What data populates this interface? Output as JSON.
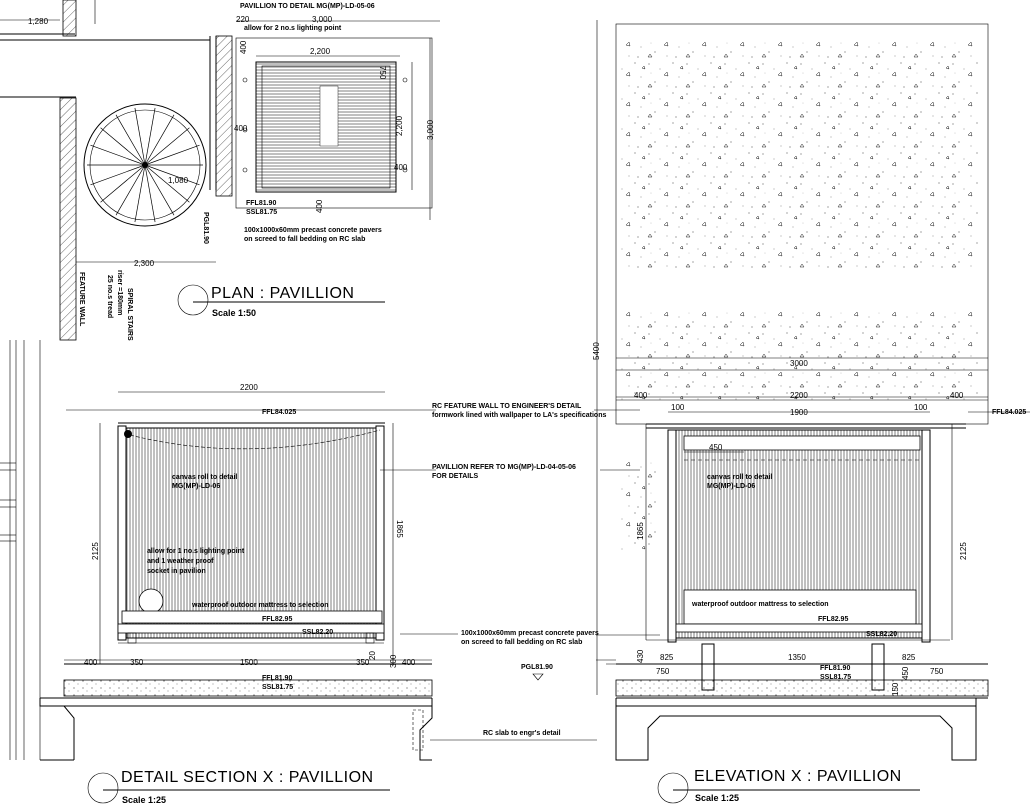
{
  "plan": {
    "title": "PLAN :  PAVILLION",
    "scale": "Scale 1:50",
    "header_note": "PAVILLION TO DETAIL MG(MP)-LD-05-06",
    "dims": {
      "d1280": "1,280",
      "d220": "220",
      "d3000_top": "3,000",
      "d2200_top": "2,200",
      "d400_a": "400",
      "d750": "750",
      "d2200_side": "2,200",
      "d3000_side": "3,000",
      "d400_b": "400",
      "d400_c": "400",
      "d400_d": "400",
      "d1080": "1,080",
      "d2300": "2,300"
    },
    "notes": {
      "lighting": "allow for 2 no.s lighting point",
      "ffl": "FFL81.90",
      "ssl": "SSL81.75",
      "pavers_1": "100x1000x60mm precast concrete pavers",
      "pavers_2": "on screed to fall bedding on RC slab",
      "pgl": "PGL81.90",
      "feature_wall": "FEATURE WALL",
      "stairs_1": "SPIRAL STAIRS",
      "stairs_2": "riser =180mm",
      "stairs_3": "25 no.s tread"
    }
  },
  "section": {
    "title": "DETAIL SECTION X :  PAVILLION",
    "scale": "Scale 1:25",
    "dims": {
      "d2200": "2200",
      "d2125": "2125",
      "d1865": "1865",
      "d400_l": "400",
      "d350_l": "350",
      "d1500": "1500",
      "d350_r": "350",
      "d300": "300",
      "d400_r": "400",
      "d20": "20"
    },
    "notes": {
      "ffl_top": "FFL84.025",
      "canvas_1": "canvas roll to detail",
      "canvas_2": "MG(MP)-LD-06",
      "lighting_1": "allow for 1 no.s lighting point",
      "lighting_2": "and 1 weather proof",
      "lighting_3": "socket in pavilion",
      "mattress": "waterproof outdoor mattress to selection",
      "ffl_mid": "FFL82.95",
      "ssl_mid": "SSL82.20",
      "ffl_bot": "FFL81.90",
      "ssl_bot": "SSL81.75"
    }
  },
  "callouts": {
    "rc_wall_1": "RC FEATURE WALL TO ENGINEER'S DETAIL",
    "rc_wall_2": "formwork lined with wallpaper to LA's specifications",
    "pav_ref_1": "PAVILLION REFER TO MG(MP)-LD-04-05-06",
    "pav_ref_2": "FOR DETAILS",
    "pavers_1": "100x1000x60mm precast concrete pavers",
    "pavers_2": "on screed to fall bedding on RC slab",
    "pgl": "PGL81.90",
    "rc_slab": "RC slab to engr's detail"
  },
  "elevation": {
    "title": "ELEVATION X :  PAVILLION",
    "scale": "Scale 1:25",
    "dims": {
      "d5400": "5400",
      "d3000": "3000",
      "d400_l": "400",
      "d2200": "2200",
      "d400_r": "400",
      "d100_l": "100",
      "d1900": "1900",
      "d100_r": "100",
      "d450_top": "450",
      "d1865": "1865",
      "d2125": "2125",
      "d430": "430",
      "d825_l": "825",
      "d1350": "1350",
      "d825_r": "825",
      "d750_l": "750",
      "d750_r": "750",
      "d450_v": "450",
      "d150": "150"
    },
    "notes": {
      "ffl_top": "FFL84.025",
      "canvas_1": "canvas roll to detail",
      "canvas_2": "MG(MP)-LD-06",
      "mattress": "waterproof outdoor mattress to selection",
      "ffl_mid": "FFL82.95",
      "ssl_mid": "SSL82.20",
      "ffl_bot": "FFL81.90",
      "ssl_bot": "SSL81.75"
    }
  },
  "colors": {
    "line": "#000000",
    "screen": "#f2f2f2",
    "paper": "#ffffff"
  }
}
